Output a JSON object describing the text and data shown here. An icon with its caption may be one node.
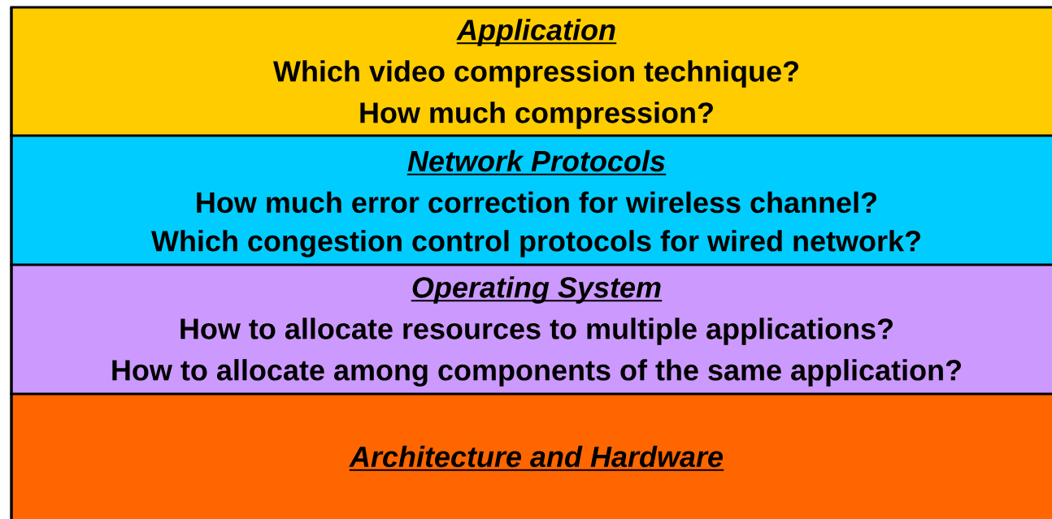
{
  "diagram": {
    "nodes": [
      {
        "text": [
          "Application",
          "Which video compression technique?",
          "How much compression?"
        ]
      },
      {
        "text": [
          "Network Protocols",
          "How much error correction for wireless channel?",
          "Which congestion control protocols for wired network?"
        ]
      },
      {
        "text": [
          "Operating System",
          "How to allocate resources to multiple applications?",
          "How to allocate among components of the same application?"
        ]
      },
      {
        "text": [
          "Architecture and Hardware"
        ]
      }
    ]
  }
}
